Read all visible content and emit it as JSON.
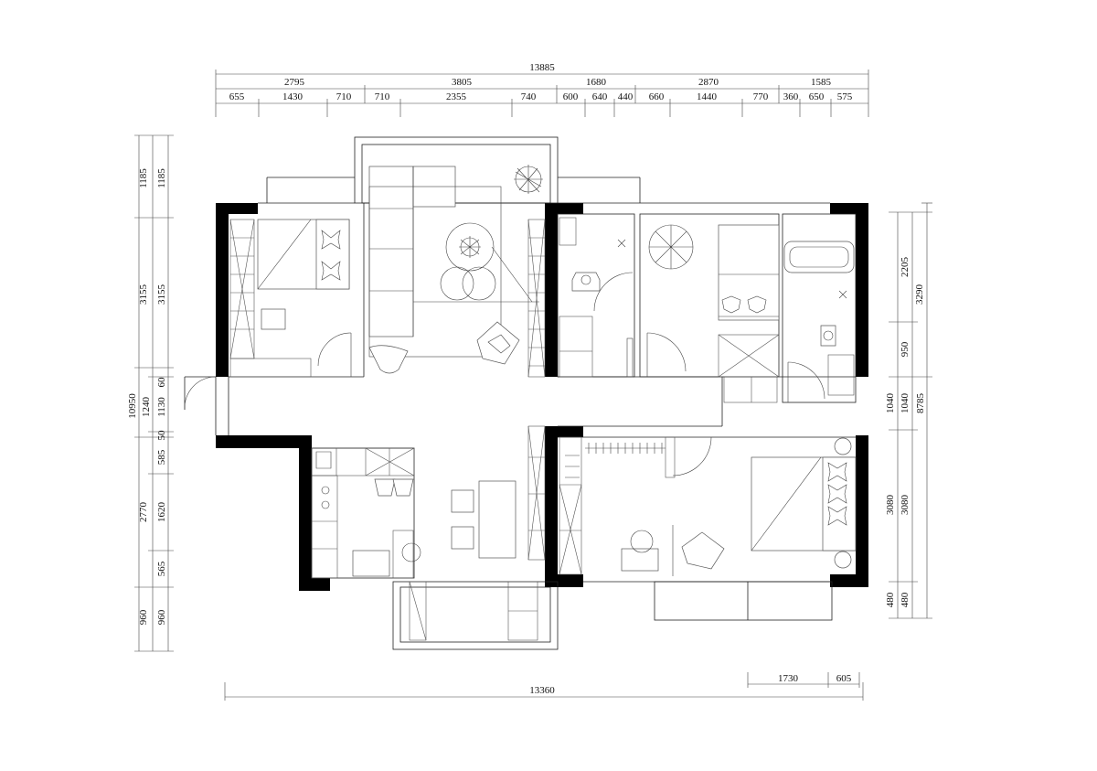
{
  "dims": {
    "top_total": "13885",
    "top_row1": [
      "2795",
      "3805",
      "1680",
      "2870",
      "1585"
    ],
    "top_row2": [
      "655",
      "1430",
      "710",
      "710",
      "2355",
      "740",
      "600",
      "640",
      "440",
      "660",
      "1440",
      "770",
      "360",
      "650",
      "575"
    ],
    "left_outer": [
      "1185",
      "3155",
      "10950",
      "2770",
      "960"
    ],
    "left_inner": [
      "1185",
      "3155",
      "60",
      "1240",
      "1130",
      "50",
      "585",
      "1620",
      "565",
      "960"
    ],
    "right_outer": [
      "3290",
      "8785"
    ],
    "right_inner": [
      "2205",
      "950",
      "1040",
      "1040",
      "3080",
      "3080",
      "480",
      "480"
    ],
    "bottom_total": "13360",
    "bottom_parts": [
      "1730",
      "605"
    ]
  }
}
